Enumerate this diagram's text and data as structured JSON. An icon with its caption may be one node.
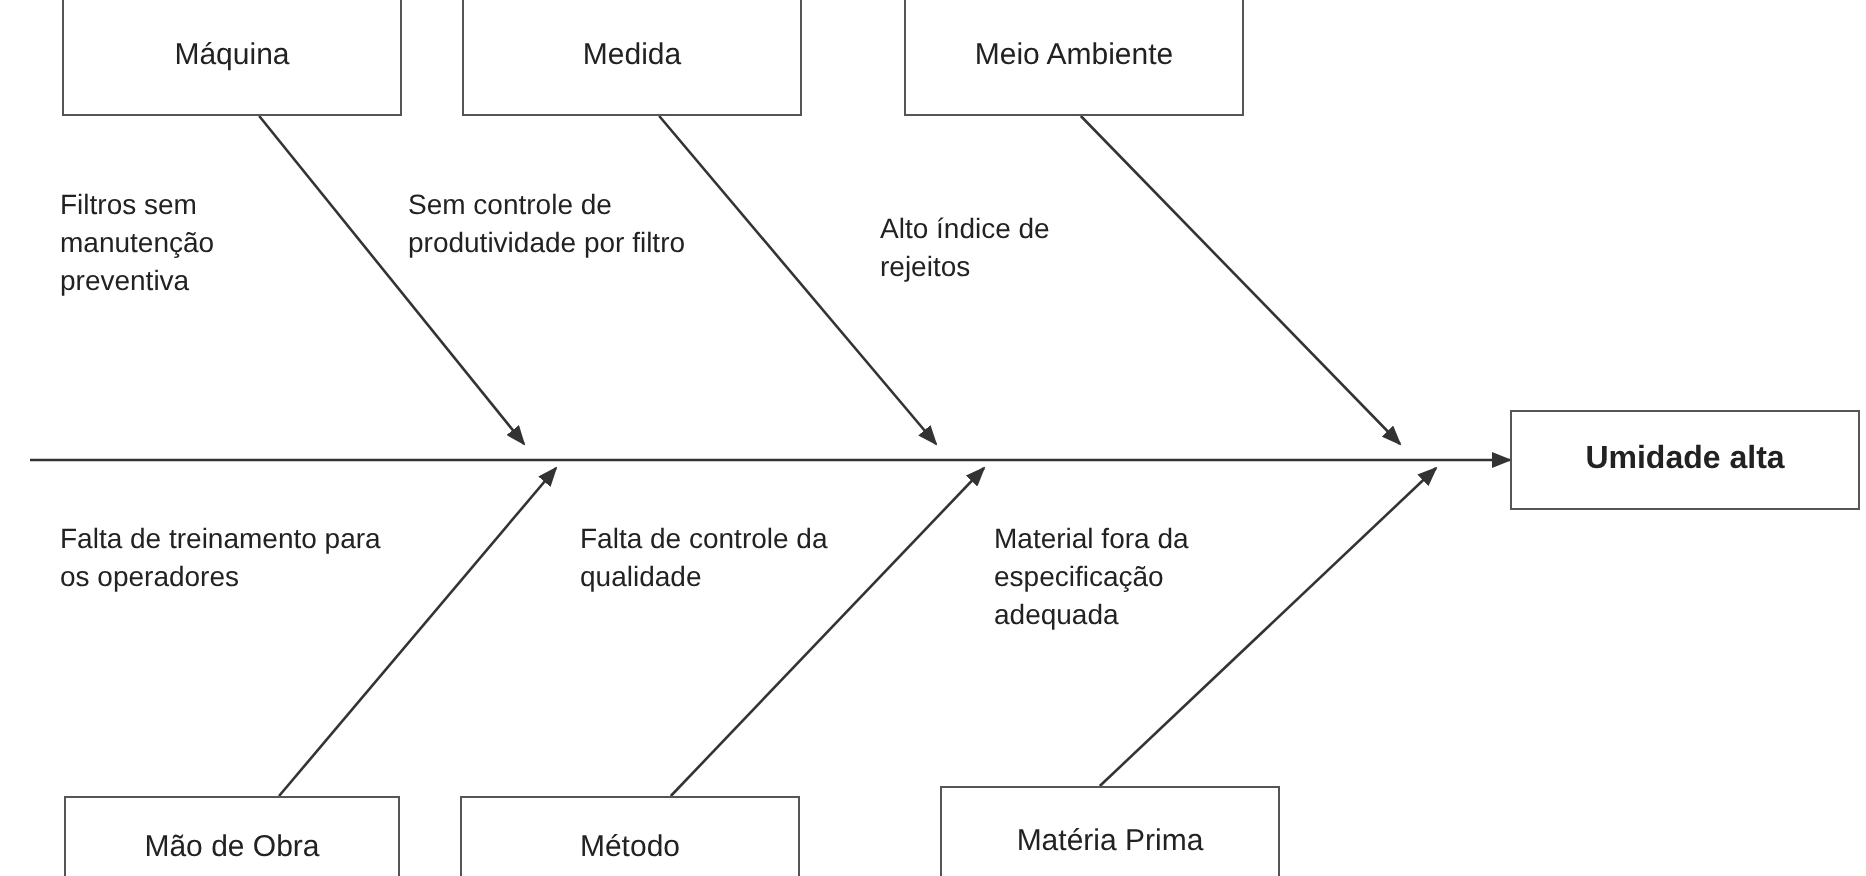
{
  "diagram": {
    "nodes": [
      {
        "text": [
          "Máquina"
        ]
      },
      {
        "text": [
          "Medida"
        ]
      },
      {
        "text": [
          "Meio Ambiente"
        ]
      },
      {
        "text": [
          "Umidade alta"
        ]
      },
      {
        "text": [
          "Mão de Obra"
        ]
      },
      {
        "text": [
          "Método"
        ]
      },
      {
        "text": [
          "Matéria Prima"
        ]
      }
    ],
    "edges": [
      {
        "from": 0,
        "to": null,
        "arrow": "to"
      },
      {
        "from": 1,
        "to": null,
        "arrow": "to"
      },
      {
        "from": 2,
        "to": null,
        "arrow": "to"
      },
      {
        "from": 4,
        "to": null,
        "arrow": "to"
      },
      {
        "from": 5,
        "to": null,
        "arrow": "to"
      },
      {
        "from": 6,
        "to": null,
        "arrow": "to"
      },
      {
        "from": null,
        "to": 3,
        "arrow": "to"
      }
    ],
    "labels": [
      "Filtros sem manutenção preventiva",
      "Sem controle de produtividade por filtro",
      "Alto índice de rejeitos",
      "Falta de treinamento para os operadores",
      "Falta de controle da qualidade",
      "Material fora da especificação adequada"
    ]
  }
}
